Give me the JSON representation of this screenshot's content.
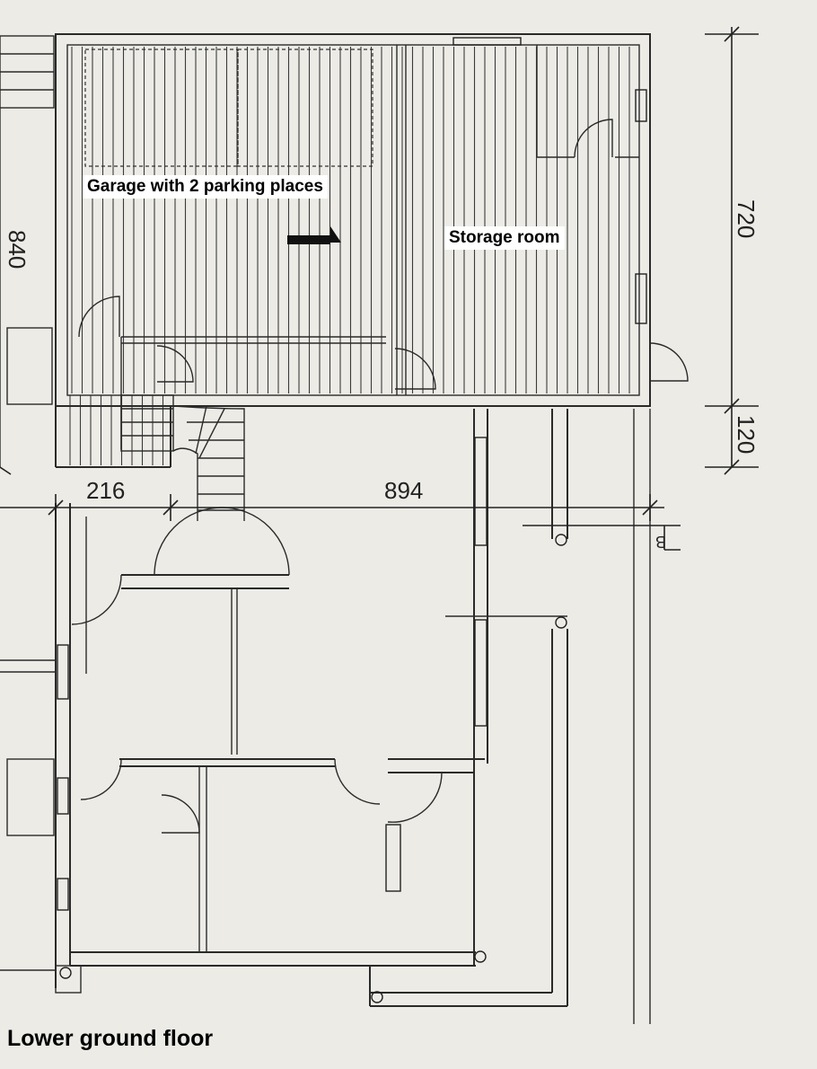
{
  "rooms": {
    "garage": "Garage with 2 parking places",
    "storage": "Storage room"
  },
  "dimensions": {
    "d720": "720",
    "d120": "120",
    "d840": "840",
    "d216": "216",
    "d894": "894"
  },
  "section_marker": "B",
  "caption": "Lower ground floor"
}
